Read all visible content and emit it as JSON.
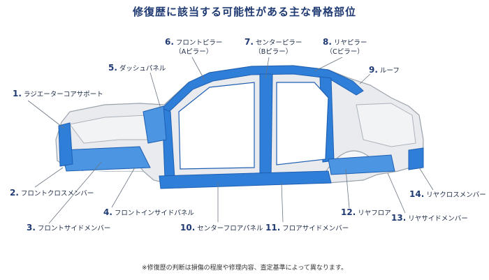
{
  "title": "修復歴に該当する可能性がある主な骨格部位",
  "note": "※修復歴の判断は損傷の程度や修理内容、査定基準によって異なります。",
  "colors": {
    "frame_blue": "#2f7fd9",
    "frame_blue_dark": "#1e5fb3",
    "body_gray": "#e9ebee",
    "line_gray": "#9aa3ad",
    "title_navy": "#1f3a73"
  },
  "parts": [
    {
      "num": "1.",
      "name": "ラジエーターコアサポート"
    },
    {
      "num": "2.",
      "name": "フロントクロスメンバー"
    },
    {
      "num": "3.",
      "name": "フロントサイドメンバー"
    },
    {
      "num": "4.",
      "name": "フロントインサイドパネル"
    },
    {
      "num": "5.",
      "name": "ダッシュパネル"
    },
    {
      "num": "6.",
      "name": "フロントピラー",
      "sub": "（Aピラー）"
    },
    {
      "num": "7.",
      "name": "センターピラー",
      "sub": "（Bピラー）"
    },
    {
      "num": "8.",
      "name": "リヤピラー",
      "sub": "（Cピラー）"
    },
    {
      "num": "9.",
      "name": "ルーフ"
    },
    {
      "num": "10.",
      "name": "センターフロアパネル"
    },
    {
      "num": "11.",
      "name": "フロアサイドメンバー"
    },
    {
      "num": "12.",
      "name": "リヤフロア"
    },
    {
      "num": "13.",
      "name": "リヤサイドメンバー"
    },
    {
      "num": "14.",
      "name": "リヤクロスメンバー"
    }
  ]
}
